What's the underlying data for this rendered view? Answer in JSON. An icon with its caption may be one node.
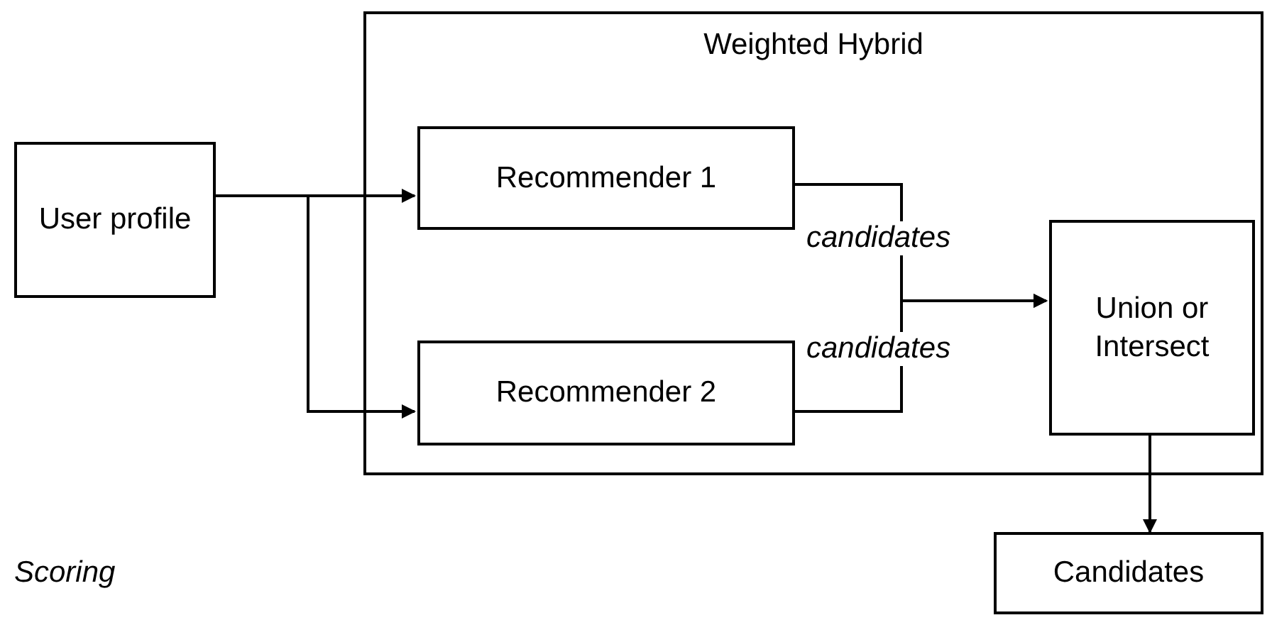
{
  "diagram": {
    "nodes": [
      {
        "text": [
          "Weighted Hybrid"
        ]
      },
      {
        "text": [
          "User profile"
        ]
      },
      {
        "text": [
          "Recommender 1"
        ],
        "in": 0
      },
      {
        "text": [
          "Recommender 2"
        ],
        "in": 0
      },
      {
        "text": [
          "Union or Intersect"
        ],
        "in": 0
      },
      {
        "text": [
          "Candidates"
        ]
      }
    ],
    "edges": [
      {
        "from": 1,
        "to": 2,
        "arrow": "to"
      },
      {
        "from": 1,
        "to": 3,
        "arrow": "to"
      },
      {
        "from": 2,
        "to": 4,
        "arrow": "to",
        "label": "candidates"
      },
      {
        "from": 3,
        "to": 4,
        "arrow": "to",
        "label": "candidates"
      },
      {
        "from": 4,
        "to": 5,
        "arrow": "to"
      }
    ],
    "labels": [
      "Scoring"
    ]
  }
}
